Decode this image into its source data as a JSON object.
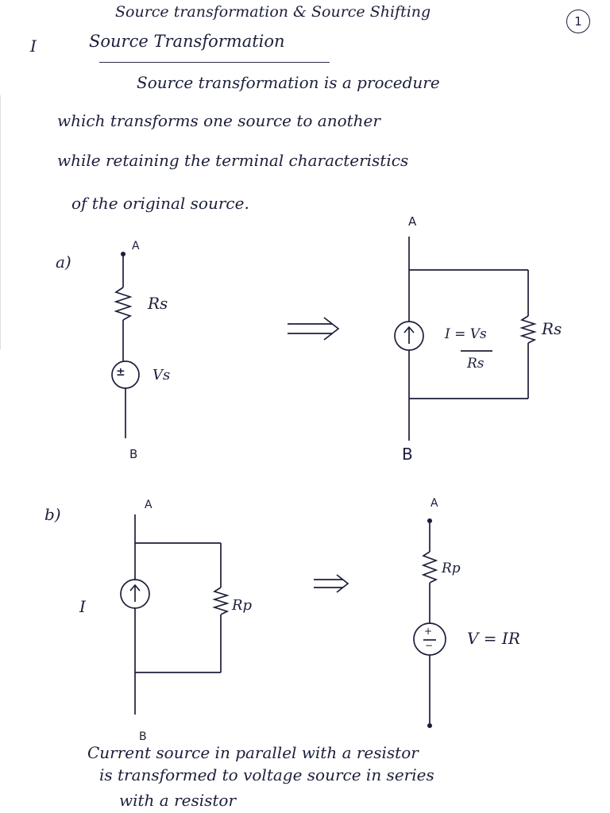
{
  "header": {
    "title": "Source transformation & Source Shifting",
    "page_number": "1"
  },
  "section": {
    "number": "I",
    "title": "Source Transformation"
  },
  "paragraph": {
    "line1": "Source transformation is a procedure",
    "line2": "which transforms one source to another",
    "line3": "while retaining the terminal characteristics",
    "line4": "of the original source."
  },
  "part_a": {
    "label": "a)",
    "left": {
      "node_top": "A",
      "node_bottom": "B",
      "resistor": "Rs",
      "source": "Vs"
    },
    "arrow": "⟹",
    "right": {
      "node_top": "A",
      "node_bottom": "B",
      "current_expr": "I = Vs",
      "current_denominator": "Rs",
      "resistor": "Rs"
    }
  },
  "part_b": {
    "label": "b)",
    "left": {
      "node_top": "A",
      "node_bottom": "B",
      "current": "I",
      "resistor": "Rp"
    },
    "arrow": "⟹",
    "right": {
      "node_top": "A",
      "resistor": "Rp",
      "source_expr": "V = IR"
    }
  },
  "footer": {
    "line1": "Current source in parallel with a resistor",
    "line2": "is transformed to voltage source in series",
    "line3": "with a resistor"
  }
}
